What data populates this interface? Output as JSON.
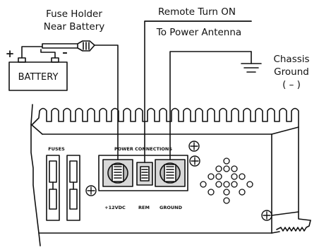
{
  "labels": {
    "fuse_holder_line1": "Fuse Holder",
    "fuse_holder_line2": "Near Battery",
    "remote_turn_on": "Remote Turn ON",
    "to_power_antenna": "To Power Antenna",
    "chassis_line1": "Chassis",
    "chassis_line2": "Ground",
    "chassis_line3": "( – )",
    "battery": "BATTERY",
    "battery_plus": "+",
    "battery_minus": "–",
    "fuses": "FUSES",
    "power_connections": "POWER CONNECTIONS",
    "terminal_12vdc": "+12VDC",
    "terminal_rem": "REM",
    "terminal_ground": "GROUND"
  },
  "colors": {
    "line": "#111111",
    "background": "#ffffff",
    "terminal_fill": "#d8d8d8",
    "screw_fill": "#9a9a9a"
  }
}
